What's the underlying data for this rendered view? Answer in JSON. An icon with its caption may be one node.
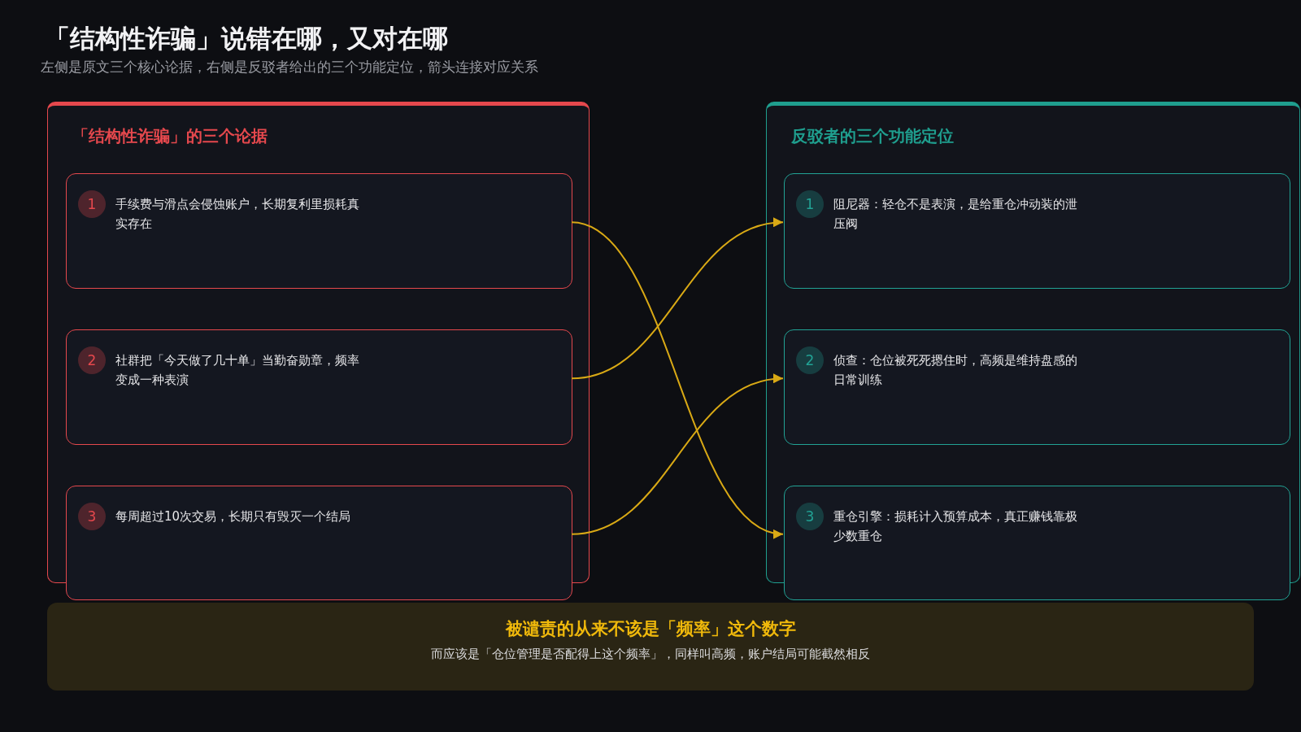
{
  "diagram": {
    "title": "「结构性诈骗」说错在哪，又对在哪",
    "nodes": [
      {
        "text": [
          "「结构性诈骗」的三个论据"
        ]
      },
      {
        "text": [
          "1",
          "手续费与滑点会侵蚀账户，长期复利里损耗真实存在"
        ],
        "in": 0
      },
      {
        "text": [
          "2",
          "社群把「今天做了几十单」当勤奋勋章，频率变成一种表演"
        ],
        "in": 0
      },
      {
        "text": [
          "3",
          "每周超过10次交易，长期只有毁灭一个结局"
        ],
        "in": 0
      },
      {
        "text": [
          "反驳者的三个功能定位"
        ]
      },
      {
        "text": [
          "1",
          "阻尼器：轻仓不是表演，是给重仓冲动装的泄压阀"
        ],
        "in": 4
      },
      {
        "text": [
          "2",
          "侦查：仓位被死死摁住时，高频是维持盘感的日常训练"
        ],
        "in": 4
      },
      {
        "text": [
          "3",
          "重仓引擎：损耗计入预算成本，真正赚钱靠极少数重仓"
        ],
        "in": 4
      },
      {
        "text": [
          "被谴责的从来不该是「频率」这个数字",
          "而应该是「仓位管理是否配得上这个频率」，同样叫高频，账户结局可能截然相反"
        ]
      }
    ],
    "edges": [
      {
        "from": 1,
        "to": 7,
        "arrow": "to"
      },
      {
        "from": 2,
        "to": 5,
        "arrow": "to"
      },
      {
        "from": 3,
        "to": 6,
        "arrow": "to"
      }
    ],
    "labels": [
      "左侧是原文三个核心论据，右侧是反驳者给出的三个功能定位，箭头连接对应关系"
    ]
  }
}
